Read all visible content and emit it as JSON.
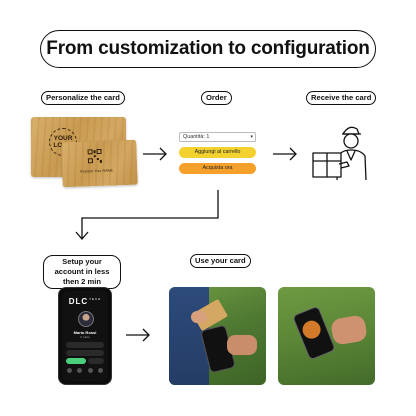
{
  "title": "From customization to configuration",
  "steps": {
    "personalize": "Personalize the card",
    "order": "Order",
    "receive": "Receive the card",
    "setup": "Setup your account in less then 2 min",
    "use": "Use your card"
  },
  "card": {
    "logo_text": "YOUR LOGO",
    "back_text": "Replace Your NAME"
  },
  "order_widget": {
    "quantity_label": "Quantità: 1",
    "add_to_cart": "Aggiungi al carrello",
    "buy_now": "Acquista ora"
  },
  "phone": {
    "brand": "DLC",
    "brand_sub": "TECH",
    "name": "Mario Rossi",
    "role": "Il ruolo"
  },
  "colors": {
    "yellow": "#f3d12e",
    "orange": "#f4a02b",
    "wood": "#c99b52",
    "grass": "#4f7a32"
  }
}
